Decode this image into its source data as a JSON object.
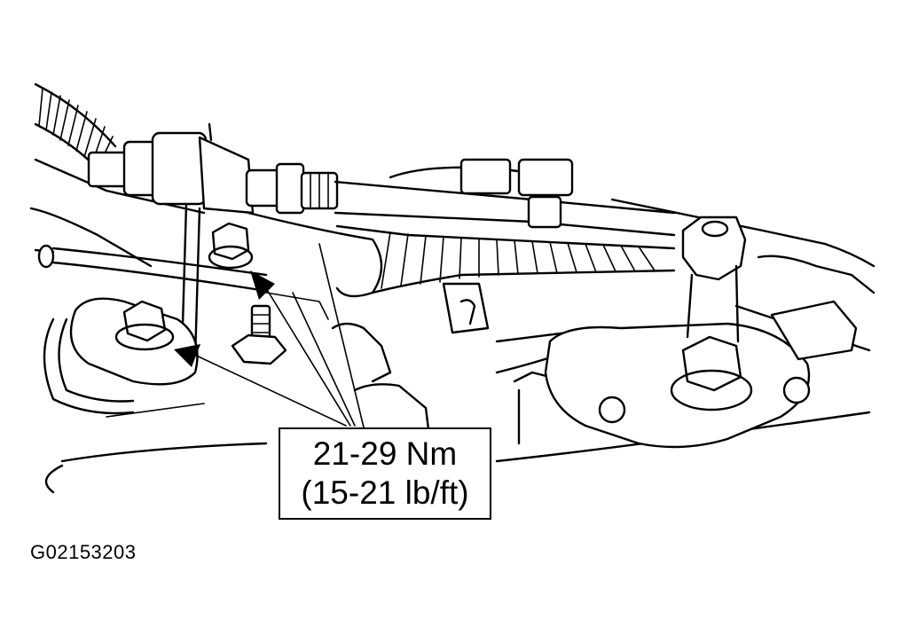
{
  "callout": {
    "torque_nm": "21-29 Nm",
    "torque_lbft": "(15-21 lb/ft)"
  },
  "figure_id": "G02153203"
}
